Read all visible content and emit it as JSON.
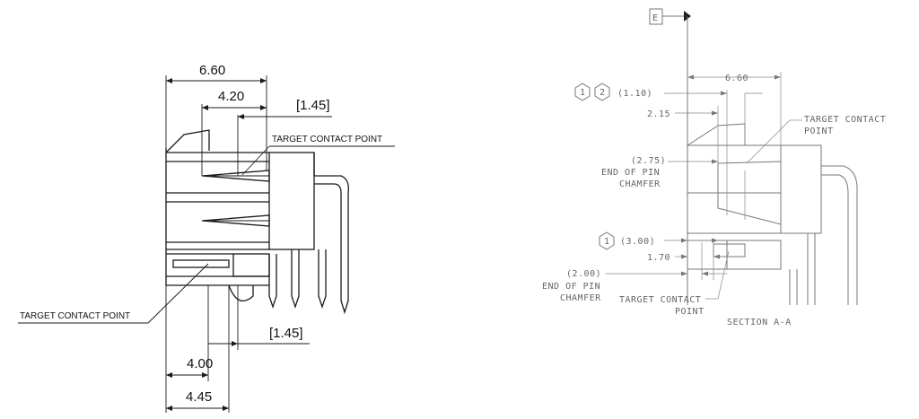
{
  "left_view": {
    "dim_660": "6.60",
    "dim_420": "4.20",
    "dim_145_top": "[1.45]",
    "target_label_top": "TARGET CONTACT POINT",
    "target_label_bottom": "TARGET CONTACT POINT",
    "dim_145_bottom": "[1.45]",
    "dim_400": "4.00",
    "dim_445": "4.45"
  },
  "right_view": {
    "datum_e": "E",
    "dim_660": "6.60",
    "callout_1": "1",
    "callout_2": "2",
    "dim_110": "(1.10)",
    "dim_215": "2.15",
    "target_label_line1": "TARGET CONTACT",
    "target_label_line2": "POINT",
    "dim_275": "(2.75)",
    "pin_chamfer_a_line1": "END OF PIN",
    "pin_chamfer_a_line2": "CHAMFER",
    "callout_1b": "1",
    "dim_300": "(3.00)",
    "dim_170": "1.70",
    "dim_200": "(2.00)",
    "pin_chamfer_b_line1": "END OF PIN",
    "pin_chamfer_b_line2": "CHAMFER",
    "target_b_line1": "TARGET CONTACT",
    "target_b_line2": "POINT",
    "section_label": "SECTION A-A"
  }
}
